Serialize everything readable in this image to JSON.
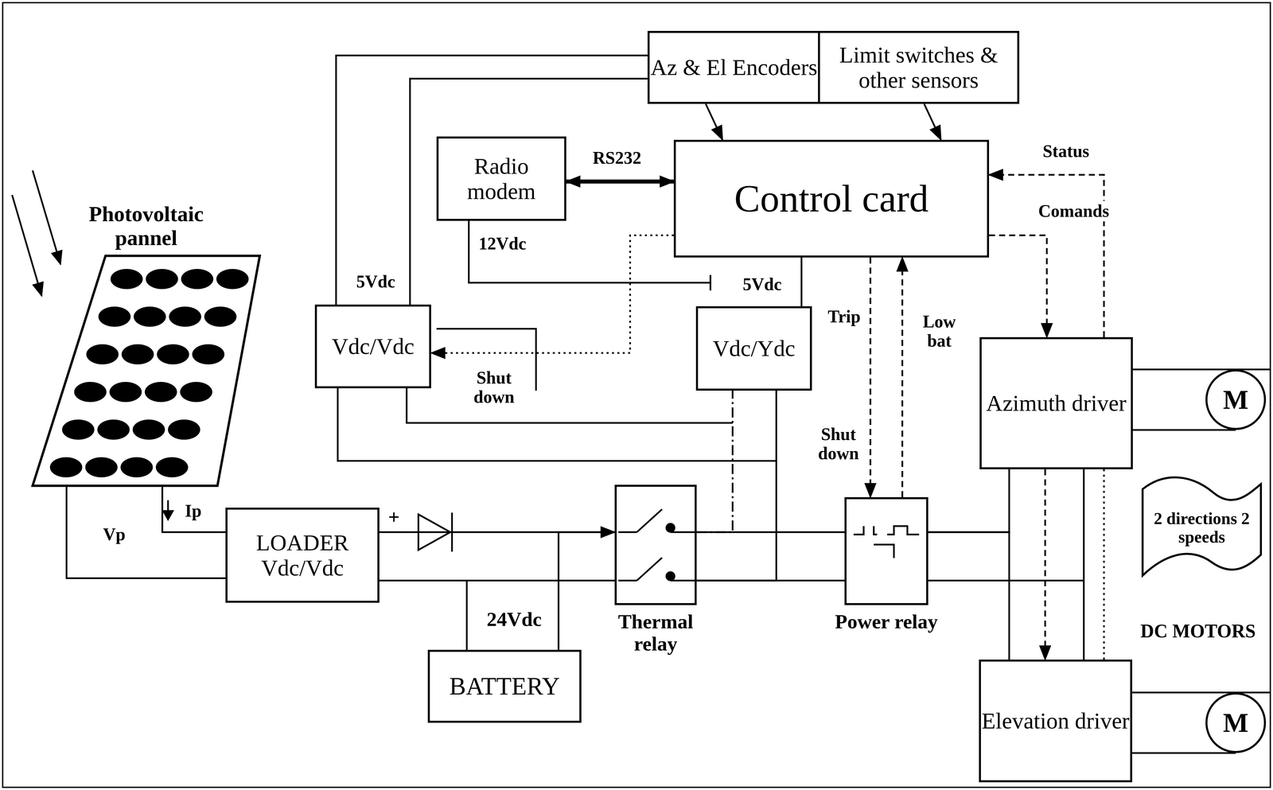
{
  "diagram": {
    "nodes": [
      {
        "text": [
          "Az & El Encoders"
        ]
      },
      {
        "text": [
          "Limit switches & other sensors"
        ]
      },
      {
        "text": [
          "Radio modem"
        ]
      },
      {
        "text": [
          "Control card"
        ]
      },
      {
        "text": [
          "Photovoltaic pannel"
        ]
      },
      {
        "text": [
          "Vdc/Vdc"
        ]
      },
      {
        "text": [
          "Vdc/Ydc"
        ]
      },
      {
        "text": [
          "Azimuth driver"
        ]
      },
      {
        "text": [
          "M"
        ]
      },
      {
        "text": [
          "2 directions 2 speeds"
        ]
      },
      {
        "text": [
          "LOADER Vdc/Vdc"
        ]
      },
      {
        "text": [
          "Thermal relay"
        ]
      },
      {
        "text": [
          "Power relay"
        ]
      },
      {
        "text": [
          "BATTERY"
        ]
      },
      {
        "text": [
          "Elevation driver"
        ]
      },
      {
        "text": [
          "M"
        ]
      }
    ],
    "edges": [
      {
        "from": 0,
        "to": 3,
        "arrow": "to"
      },
      {
        "from": 1,
        "to": 3,
        "arrow": "to"
      },
      {
        "from": 2,
        "to": 3,
        "label": "RS232",
        "arrow": "both"
      },
      {
        "from": 7,
        "to": 3,
        "label": "Status",
        "arrow": "to"
      },
      {
        "from": 3,
        "to": 7,
        "label": "Comands",
        "arrow": "to"
      },
      {
        "from": 3,
        "to": 12,
        "label": "Trip",
        "arrow": "to"
      },
      {
        "from": 12,
        "to": 3,
        "label": "Low bat",
        "arrow": "to"
      },
      {
        "from": 3,
        "to": 5,
        "label": "Shut down",
        "arrow": "to"
      },
      {
        "from": 4,
        "to": 10,
        "label": "Ip",
        "arrow": "none"
      },
      {
        "from": 4,
        "to": 10,
        "label": "Vp",
        "arrow": "none"
      },
      {
        "from": 10,
        "to": 11,
        "arrow": "to"
      },
      {
        "from": 13,
        "to": 11,
        "arrow": "none"
      },
      {
        "from": 11,
        "to": 12,
        "arrow": "none"
      },
      {
        "from": 12,
        "to": 7,
        "arrow": "none"
      },
      {
        "from": 12,
        "to": 14,
        "arrow": "none"
      },
      {
        "from": 7,
        "to": 14,
        "arrow": "to"
      },
      {
        "from": 7,
        "to": 8,
        "arrow": "none"
      },
      {
        "from": 14,
        "to": 15,
        "arrow": "none"
      },
      {
        "from": 5,
        "to": 0,
        "label": "5Vdc",
        "arrow": "none"
      },
      {
        "from": 6,
        "to": 3,
        "label": "5Vdc",
        "arrow": "none"
      },
      {
        "from": 6,
        "to": 2,
        "label": "12Vdc",
        "arrow": "none"
      },
      {
        "from": 11,
        "to": 6,
        "arrow": "none"
      },
      {
        "from": 11,
        "to": 5,
        "arrow": "none"
      }
    ],
    "labels": [
      "+",
      "24Vdc",
      "Shut down",
      "DC MOTORS"
    ]
  }
}
